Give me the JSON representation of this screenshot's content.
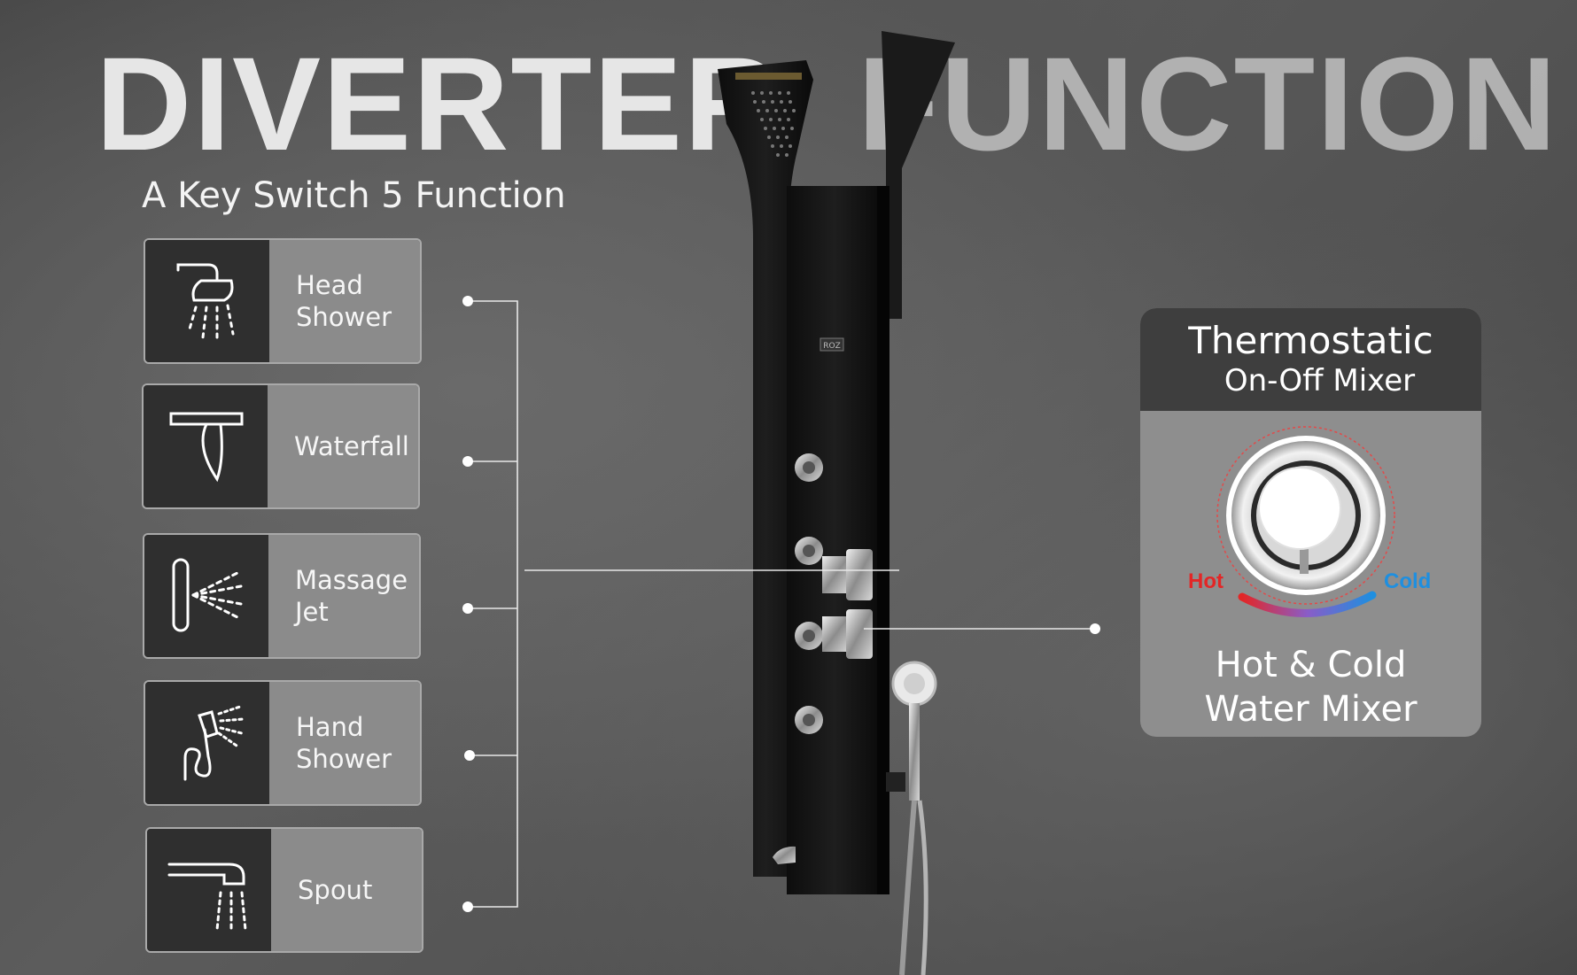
{
  "hero": {
    "word1": "DIVERTER",
    "word2": "FUNCTION"
  },
  "subtitle": "A Key Switch 5 Function",
  "functions": [
    {
      "label": "Head\nShower",
      "icon": "head-shower-icon"
    },
    {
      "label": "Waterfall",
      "icon": "waterfall-icon"
    },
    {
      "label": "Massage\nJet",
      "icon": "massage-jet-icon"
    },
    {
      "label": "Hand\nShower",
      "icon": "hand-shower-icon"
    },
    {
      "label": "Spout",
      "icon": "spout-icon"
    }
  ],
  "panel": {
    "brand": "ROZ"
  },
  "mixer": {
    "title": "Thermostatic",
    "subtitle": "On-Off Mixer",
    "hot_label": "Hot",
    "cold_label": "Cold",
    "caption_line1": "Hot & Cold",
    "caption_line2": "Water Mixer",
    "hot_color": "#e32626",
    "cold_color": "#1e8fe0"
  }
}
